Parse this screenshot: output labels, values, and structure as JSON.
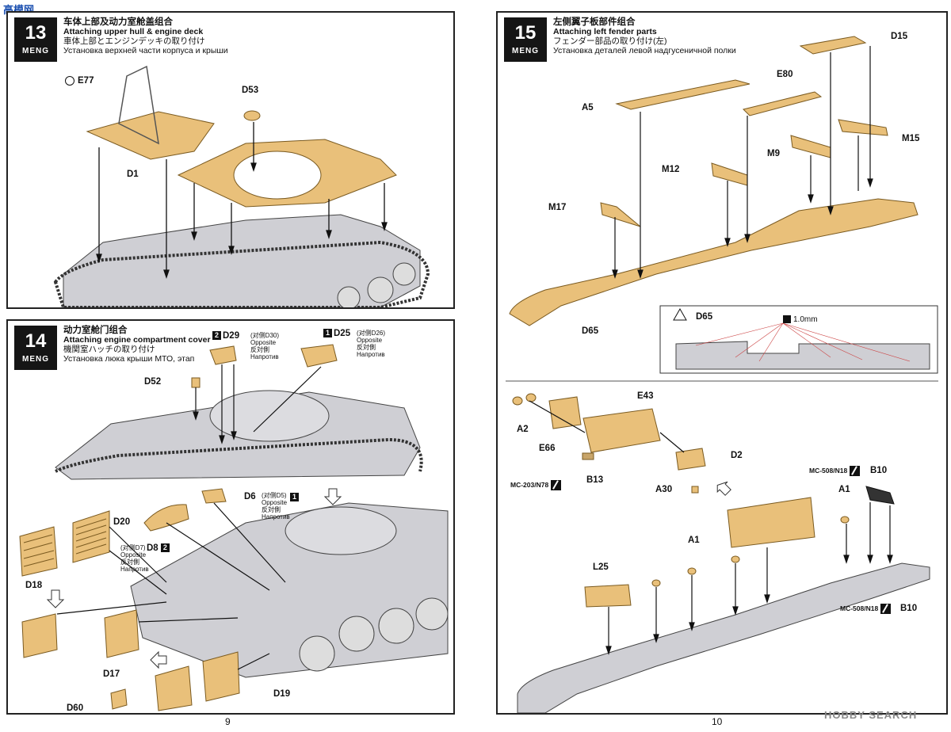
{
  "colors": {
    "resin": "#e9c07a",
    "gray": "#cfcfd4",
    "dark": "#151515"
  },
  "brand": "MENG",
  "watermark": "HOBBY SEARCH",
  "corner_logo": "高模网",
  "step13": {
    "num": "13",
    "title_zh": "车体上部及动力室舱盖组合",
    "title_en": "Attaching upper hull & engine deck",
    "title_ja": "車体上部とエンジンデッキの取り付け",
    "title_ru": "Установка верхней части корпуса и крыши",
    "labels": {
      "e77": "E77",
      "d53": "D53",
      "d1": "D1"
    }
  },
  "step14": {
    "num": "14",
    "title_zh": "动力室舱门组合",
    "title_en": "Attaching engine compartment cover",
    "title_ja": "機関室ハッチの取り付け",
    "title_ru": "Установка люка крыши МТО, этап",
    "labels": {
      "d29": "D29",
      "d29_num": "2",
      "d29_opp_zh": "(对侧D30)",
      "d25": "D25",
      "d25_num": "1",
      "d25_opp_zh": "(对侧D26)",
      "opposite": "Opposite",
      "opp_ja": "反対側",
      "opp_ru": "Напротив",
      "d52": "D52",
      "d6": "D6",
      "d6_num": "1",
      "d6_opp_zh": "(对侧D5)",
      "d8": "D8",
      "d8_num": "2",
      "d8_opp_zh": "(对侧D7)",
      "d20": "D20",
      "d18": "D18",
      "d17": "D17",
      "d60": "D60",
      "d19": "D19"
    }
  },
  "step15": {
    "num": "15",
    "title_zh": "左侧翼子板部件组合",
    "title_en": "Attaching left fender parts",
    "title_ja": "フェンダー部品の取り付け(左)",
    "title_ru": "Установка деталей левой надгусеничной полки",
    "labels": {
      "d15": "D15",
      "e80": "E80",
      "a5": "A5",
      "m15": "M15",
      "m9": "M9",
      "m12": "M12",
      "m17": "M17",
      "d65": "D65",
      "d65_inset": "D65",
      "wire": "1.0mm",
      "a2": "A2",
      "e43": "E43",
      "e66": "E66",
      "d2": "D2",
      "b13": "B13",
      "mc203": "MC-203/N78",
      "a30": "A30",
      "mc508_a": "MC-508/N18",
      "b10_a": "B10",
      "a1_a": "A1",
      "a1_b": "A1",
      "l25": "L25",
      "mc508_b": "MC-508/N18",
      "b10_b": "B10"
    }
  },
  "pages": {
    "left": "9",
    "right": "10"
  }
}
